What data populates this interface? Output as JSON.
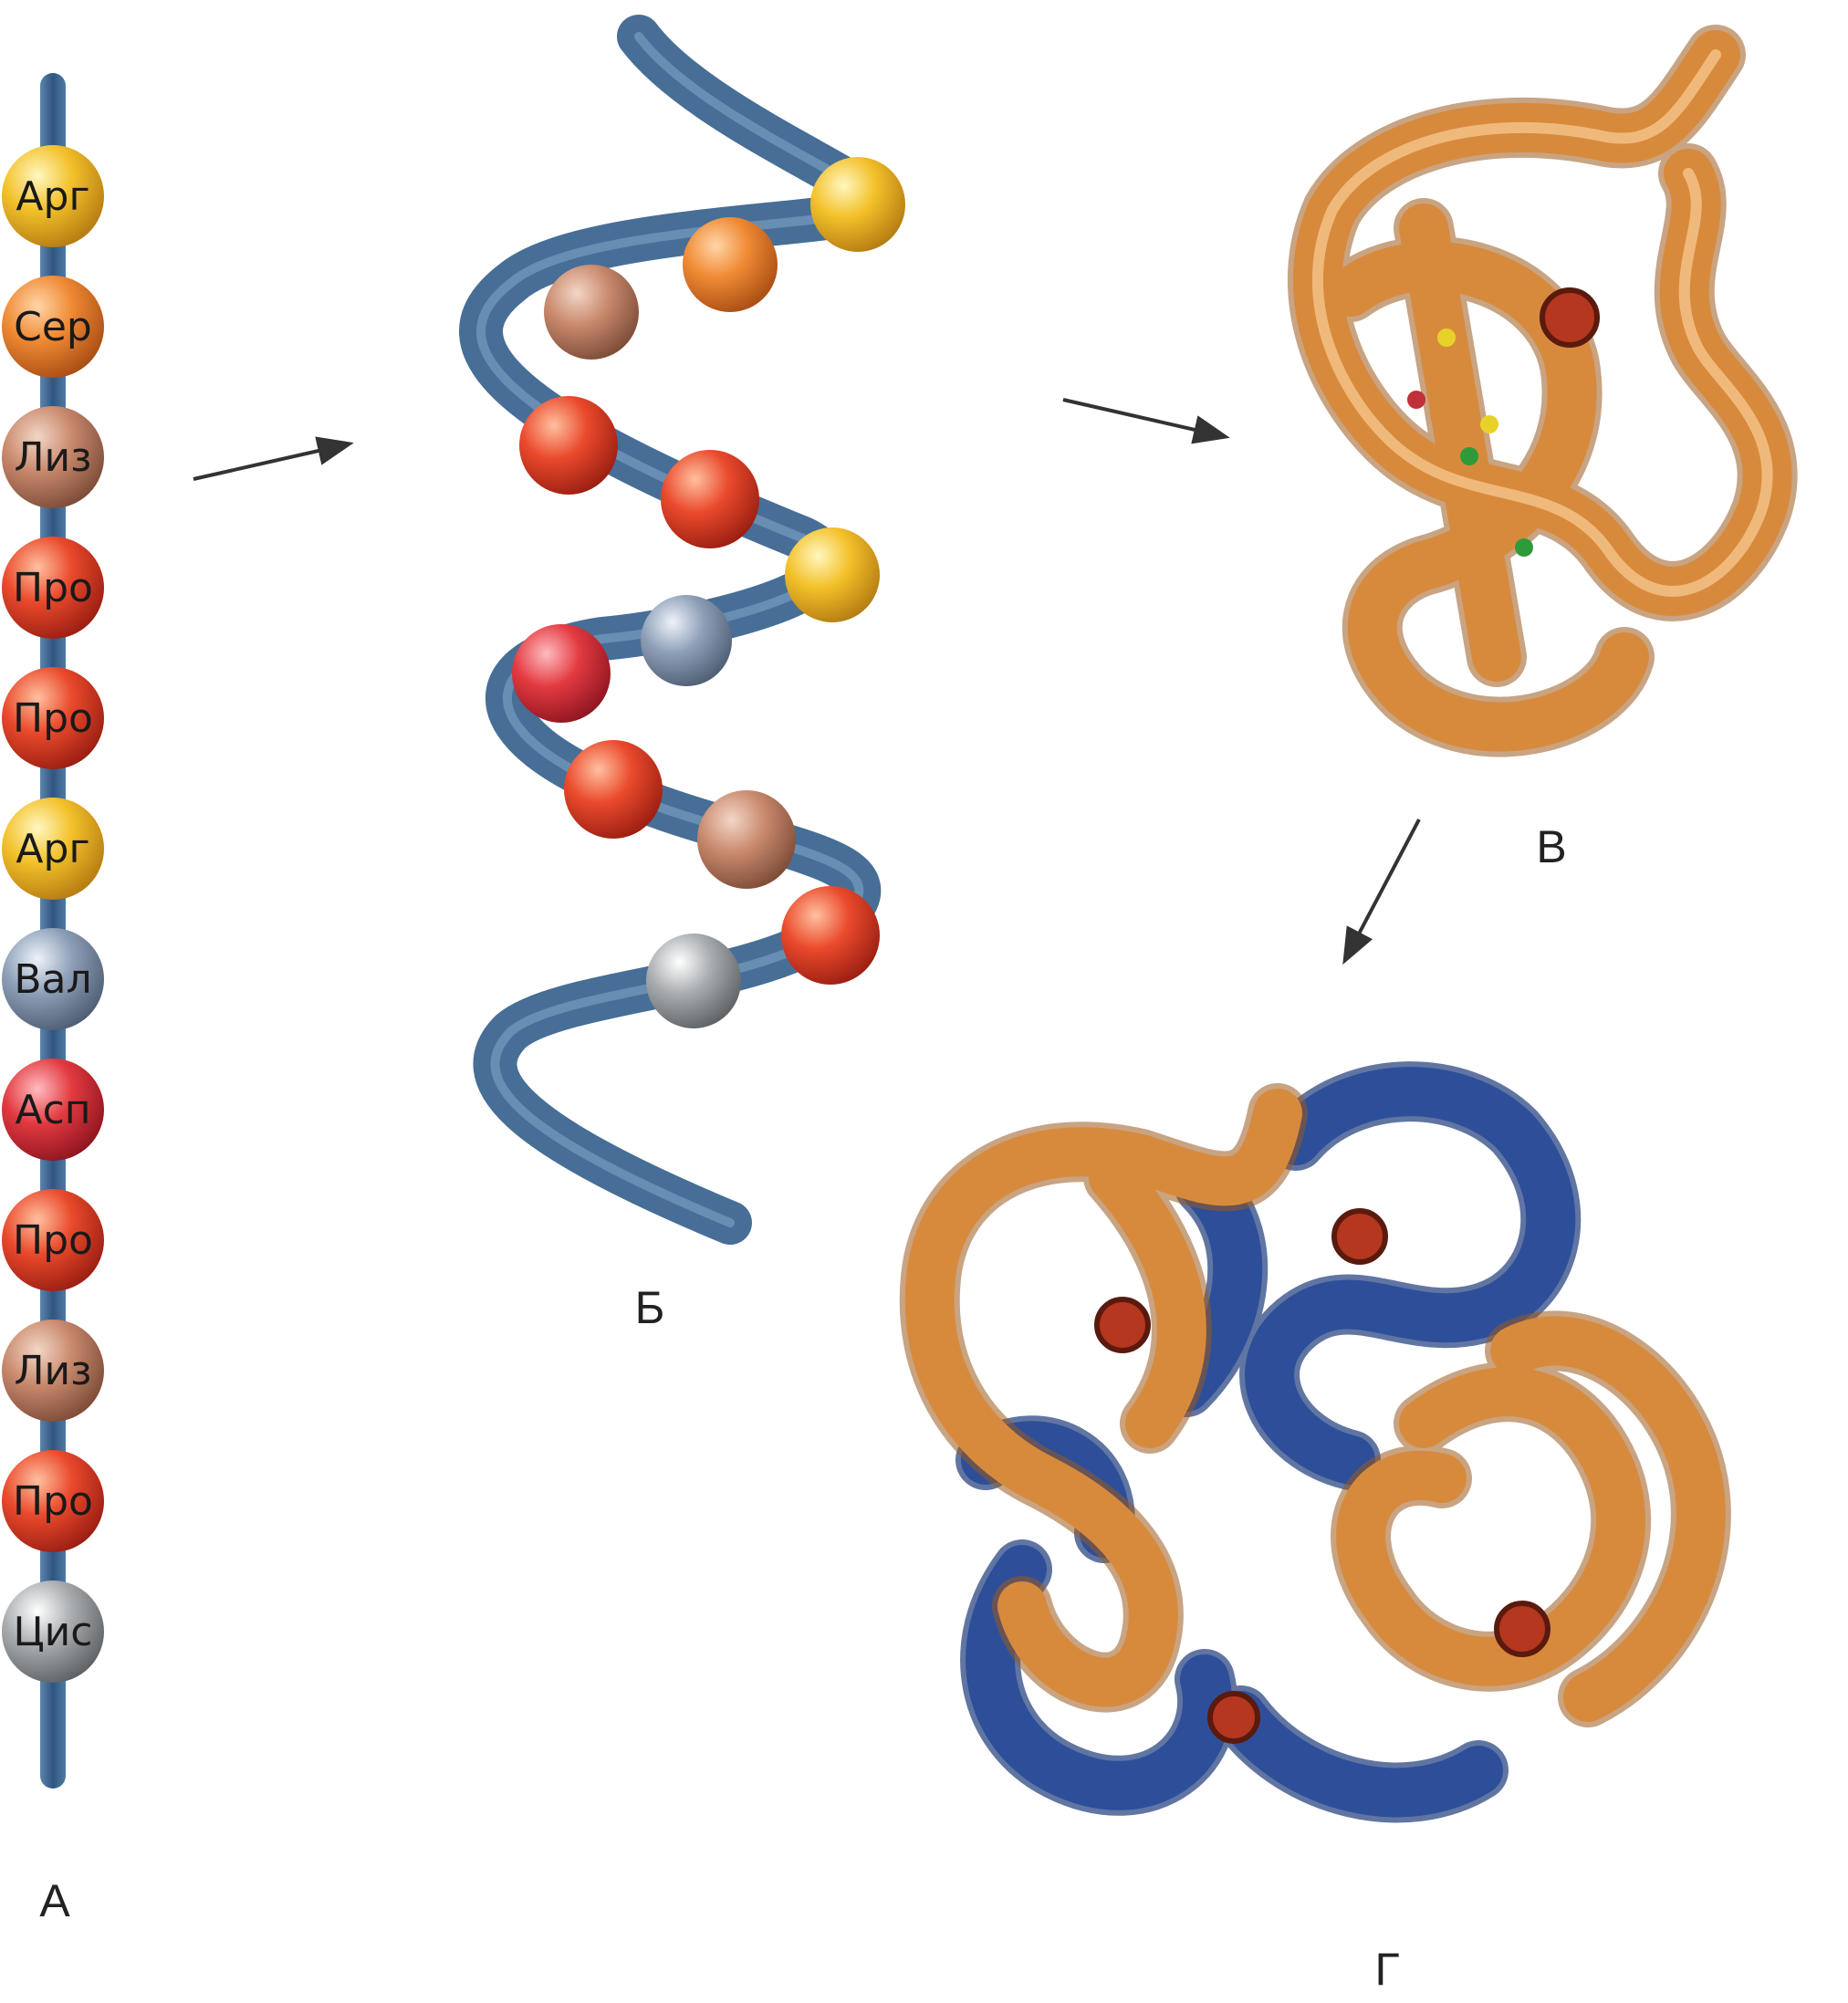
{
  "panels": {
    "a": {
      "label": "А",
      "residues": [
        {
          "name": "Арг",
          "color": "#f3c12a"
        },
        {
          "name": "Сер",
          "color": "#f08a34"
        },
        {
          "name": "Лиз",
          "color": "#c98a6e"
        },
        {
          "name": "Про",
          "color": "#ea4a2c"
        },
        {
          "name": "Про",
          "color": "#ea4a2c"
        },
        {
          "name": "Арг",
          "color": "#f3c12a"
        },
        {
          "name": "Вал",
          "color": "#8ea0b8"
        },
        {
          "name": "Асп",
          "color": "#e33a40"
        },
        {
          "name": "Про",
          "color": "#ea4a2c"
        },
        {
          "name": "Лиз",
          "color": "#c98a6e"
        },
        {
          "name": "Про",
          "color": "#ea4a2c"
        },
        {
          "name": "Цис",
          "color": "#9fa3a6"
        }
      ]
    },
    "b": {
      "label": "Б"
    },
    "c": {
      "label": "В"
    },
    "d": {
      "label": "Г"
    }
  },
  "colors": {
    "backbone": "#3d6690",
    "tertiary": "#d88a3c",
    "quaternary_second": "#2d4f9a"
  }
}
